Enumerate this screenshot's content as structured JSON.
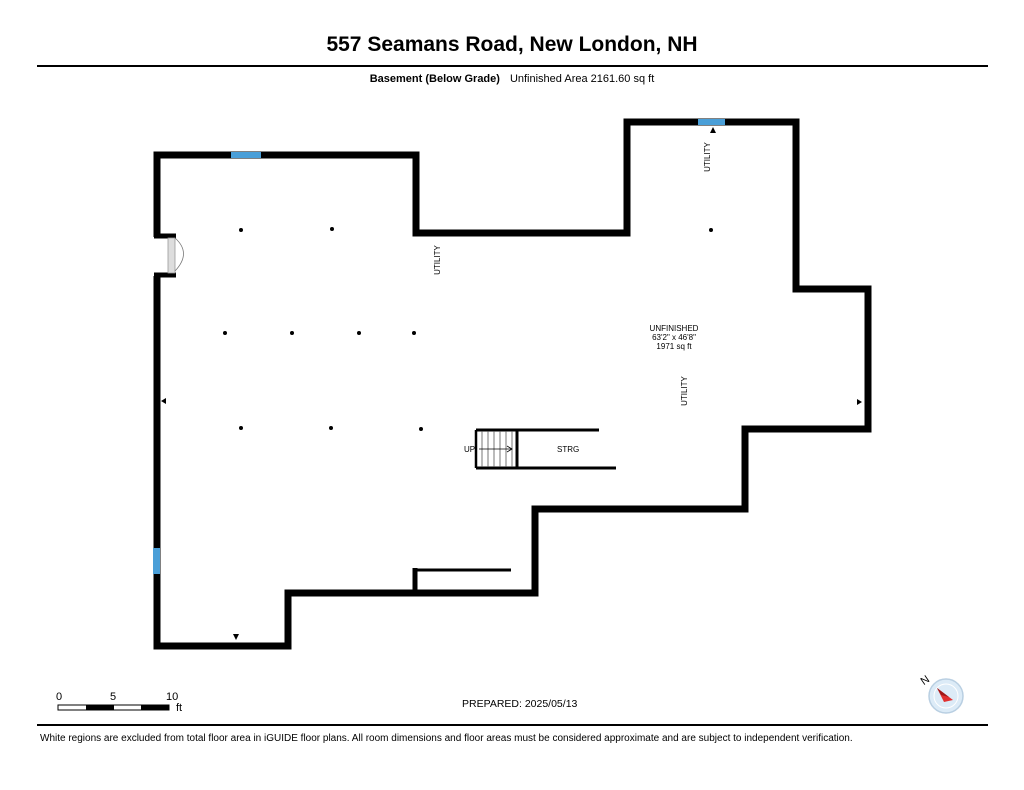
{
  "header": {
    "title": "557 Seamans Road, New London, NH",
    "floor_name": "Basement (Below Grade)",
    "area_text": "Unfinished Area 2161.60 sq ft"
  },
  "rooms": {
    "unfinished": {
      "name": "UNFINISHED",
      "dims": "63'2\" x 46'8\"",
      "area": "1971 sq ft"
    },
    "utility_label": "UTILITY",
    "storage_label": "STRG",
    "stairs_label": "UP"
  },
  "scale_bar": {
    "ticks": [
      "0",
      "5",
      "10"
    ],
    "unit": "ft"
  },
  "prepared": "PREPARED: 2025/05/13",
  "compass": {
    "letter": "N"
  },
  "colors": {
    "wall": "#000000",
    "window": "#4a9fd8",
    "compass_needle": "#e03030"
  },
  "footer": "White regions are excluded from total floor area in iGUIDE floor plans. All room dimensions and floor areas must be considered approximate and are subject to independent verification."
}
